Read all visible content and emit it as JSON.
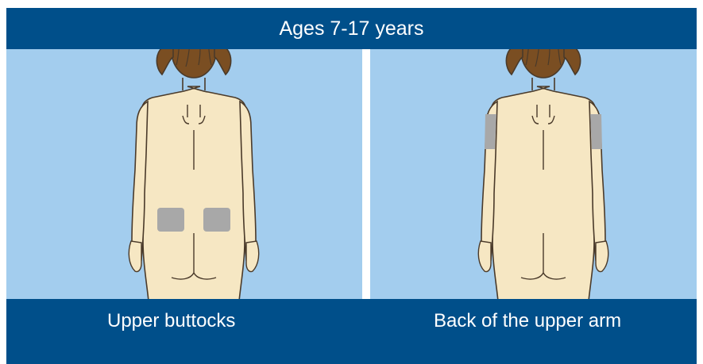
{
  "header": {
    "title": "Ages 7-17 years"
  },
  "panels": [
    {
      "caption": "Upper buttocks",
      "highlight_region": "upper-buttocks"
    },
    {
      "caption": "Back of the upper arm",
      "highlight_region": "back-of-upper-arm"
    }
  ],
  "colors": {
    "header_bg": "#004f8a",
    "panel_bg": "#a3cdee",
    "skin": "#f6e7c3",
    "outline": "#4a3a2a",
    "hair": "#7a4e22",
    "highlight": "#a8a8a8"
  }
}
